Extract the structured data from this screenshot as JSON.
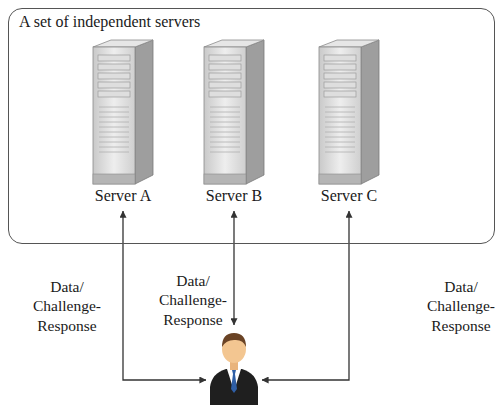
{
  "diagram": {
    "nodes": [
      {
        "text": [
          "A set of independent servers"
        ]
      },
      {
        "text": [
          "Server A"
        ],
        "in": 0
      },
      {
        "text": [
          "Server B"
        ],
        "in": 0
      },
      {
        "text": [
          "Server C"
        ],
        "in": 0
      },
      {
        "text": []
      }
    ],
    "edges": [
      {
        "from": 1,
        "to": 4,
        "arrow": "both",
        "label": "Data/ Challenge- Response"
      },
      {
        "from": 2,
        "to": 4,
        "arrow": "both",
        "label": "Data/ Challenge- Response"
      },
      {
        "from": 3,
        "to": 4,
        "arrow": "both",
        "label": "Data/ Challenge- Response"
      }
    ]
  }
}
